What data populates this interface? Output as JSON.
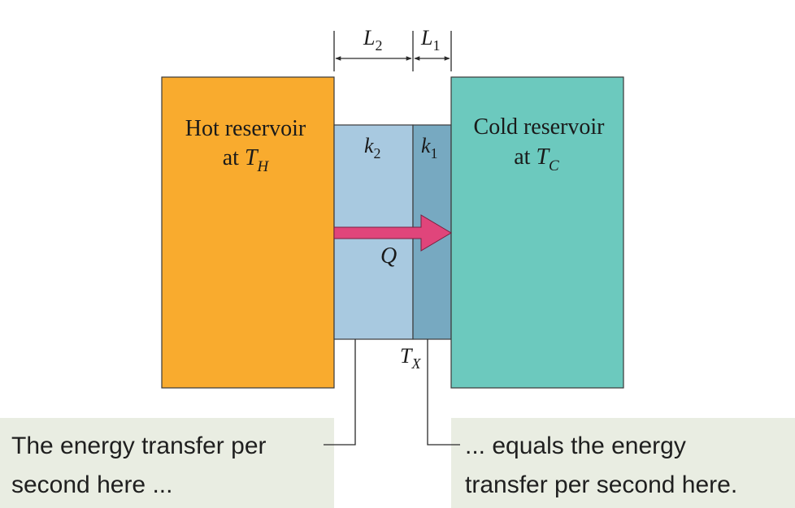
{
  "colors": {
    "hot_reservoir": "#f9ab2e",
    "layer_2": "#a8c9e0",
    "layer_1": "#77a9c1",
    "cold_reservoir": "#6cc9be",
    "arrow": "#e0457b",
    "callout_box": "#e9ede2",
    "line": "#2a2a2a"
  },
  "hot_reservoir": {
    "line1": "Hot reservoir",
    "line2_prefix": "at ",
    "temp_symbol": "T",
    "temp_subscript": "H"
  },
  "cold_reservoir": {
    "line1": "Cold reservoir",
    "line2_prefix": "at ",
    "temp_symbol": "T",
    "temp_subscript": "C"
  },
  "layers": {
    "layer2": {
      "k_symbol": "k",
      "k_subscript": "2",
      "L_symbol": "L",
      "L_subscript": "2"
    },
    "layer1": {
      "k_symbol": "k",
      "k_subscript": "1",
      "L_symbol": "L",
      "L_subscript": "1"
    }
  },
  "heat_flow": {
    "symbol": "Q"
  },
  "interface": {
    "temp_symbol": "T",
    "temp_subscript": "X"
  },
  "callouts": {
    "left": {
      "line1": "The energy transfer per",
      "line2": "second here ..."
    },
    "right": {
      "line1": "... equals the energy",
      "line2": "transfer per second here."
    }
  }
}
